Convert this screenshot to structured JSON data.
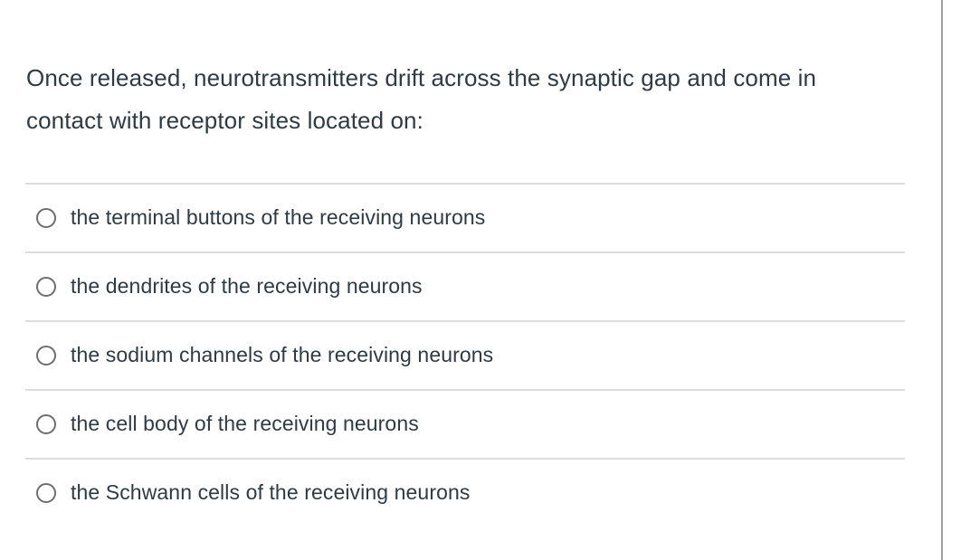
{
  "question": {
    "text": "Once released, neurotransmitters drift across the synaptic gap and come in contact with receptor sites located on:"
  },
  "options": [
    {
      "label": "the terminal buttons of the receiving neurons",
      "selected": false
    },
    {
      "label": "the dendrites of the receiving neurons",
      "selected": false
    },
    {
      "label": "the sodium channels of the receiving neurons",
      "selected": false
    },
    {
      "label": "the cell body of the receiving neurons",
      "selected": false
    },
    {
      "label": "the Schwann cells of the receiving neurons",
      "selected": false
    }
  ],
  "colors": {
    "text": "#2d3b45",
    "divider": "#dcdcdc",
    "radio_border": "#6e6e6e",
    "pane_border": "#9e9e9e",
    "background": "#ffffff"
  }
}
